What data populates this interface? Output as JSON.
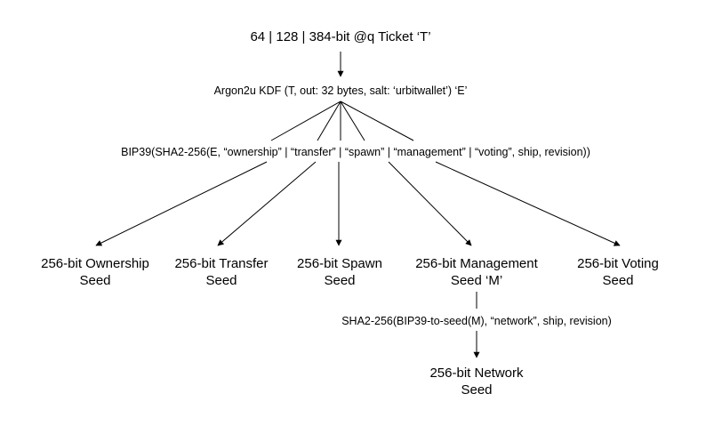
{
  "diagram": {
    "ticket": "64 | 128 | 384-bit @q Ticket ‘T’",
    "kdf": "Argon2u KDF (T, out: 32 bytes, salt: ‘urbitwallet’) ‘E’",
    "bip39": "BIP39(SHA2-256(E, “ownership” | “transfer” | “spawn” | “management” | “voting”, ship, revision))",
    "seeds": {
      "ownership": [
        "256-bit Ownership",
        "Seed"
      ],
      "transfer": [
        "256-bit Transfer",
        "Seed"
      ],
      "spawn": [
        "256-bit Spawn",
        "Seed"
      ],
      "management": [
        "256-bit Management",
        "Seed ‘M’"
      ],
      "voting": [
        "256-bit Voting",
        "Seed"
      ]
    },
    "network_derivation": "SHA2-256(BIP39-to-seed(M), “network”, ship, revision)",
    "network_seed": [
      "256-bit Network",
      "Seed"
    ]
  }
}
